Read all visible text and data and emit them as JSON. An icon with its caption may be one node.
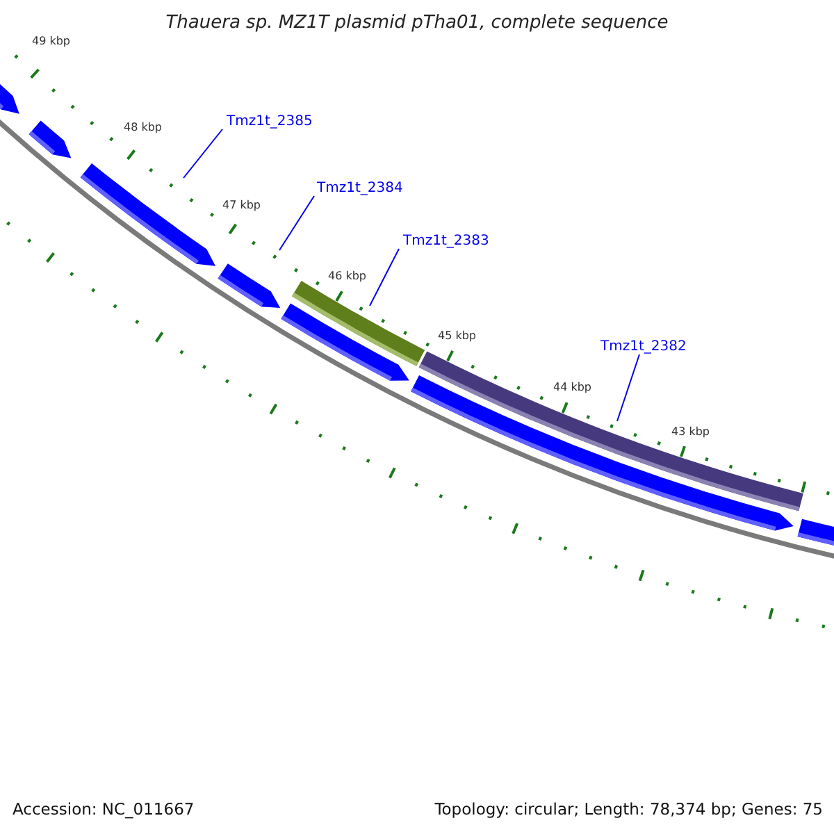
{
  "diagram": {
    "title": "Thauera sp. MZ1T plasmid pTha01, complete sequence",
    "nodes": [
      {
        "text": [
          "Tmz1t_2385"
        ]
      },
      {
        "text": [
          "Tmz1t_2384"
        ]
      },
      {
        "text": [
          "Tmz1t_2383"
        ]
      },
      {
        "text": [
          "Tmz1t_2382"
        ]
      }
    ],
    "edges": [
      {
        "from": 0,
        "to": null,
        "arrow": "none"
      },
      {
        "from": 1,
        "to": null,
        "arrow": "none"
      },
      {
        "from": 2,
        "to": null,
        "arrow": "none"
      },
      {
        "from": 3,
        "to": null,
        "arrow": "none"
      }
    ],
    "labels": [
      "49 kbp",
      "48 kbp",
      "47 kbp",
      "46 kbp",
      "45 kbp",
      "44 kbp",
      "43 kbp",
      "Accession: NC_011667",
      "Topology: circular; Length: 78,374 bp; Genes: 75"
    ]
  }
}
